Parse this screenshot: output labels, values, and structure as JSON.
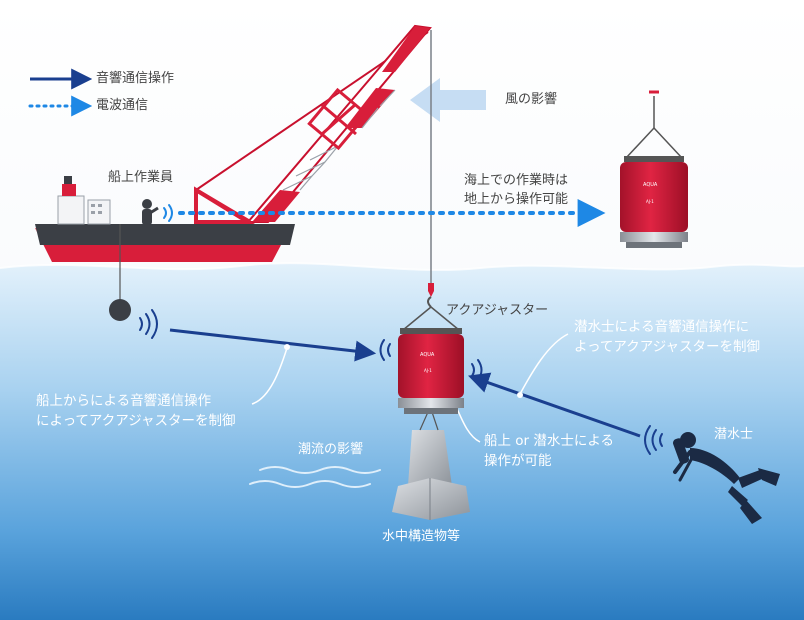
{
  "legend": {
    "acoustic": "音響通信操作",
    "radio": "電波通信"
  },
  "labels": {
    "wind": "風の影響",
    "ship_operator": "船上作業員",
    "sea_operation_line1": "海上での作業時は",
    "sea_operation_line2": "地上から操作可能",
    "aqua_adjuster": "アクアジャスター",
    "diver_control_line1": "潜水士による音響通信操作に",
    "diver_control_line2": "よってアクアジャスターを制御",
    "ship_control_line1": "船上からによる音響通信操作",
    "ship_control_line2": "によってアクアジャスターを制御",
    "either_line1": "船上 or 潜水士による",
    "either_line2": "操作が可能",
    "diver": "潜水士",
    "current": "潮流の影響",
    "structure": "水中構造物等"
  },
  "colors": {
    "acoustic_arrow": "#1a3f8f",
    "radio_arrow": "#1e88e5",
    "hull_red": "#d81e3a",
    "sea_light": "#d7ecf9",
    "sea_deep": "#2a7bc0"
  }
}
